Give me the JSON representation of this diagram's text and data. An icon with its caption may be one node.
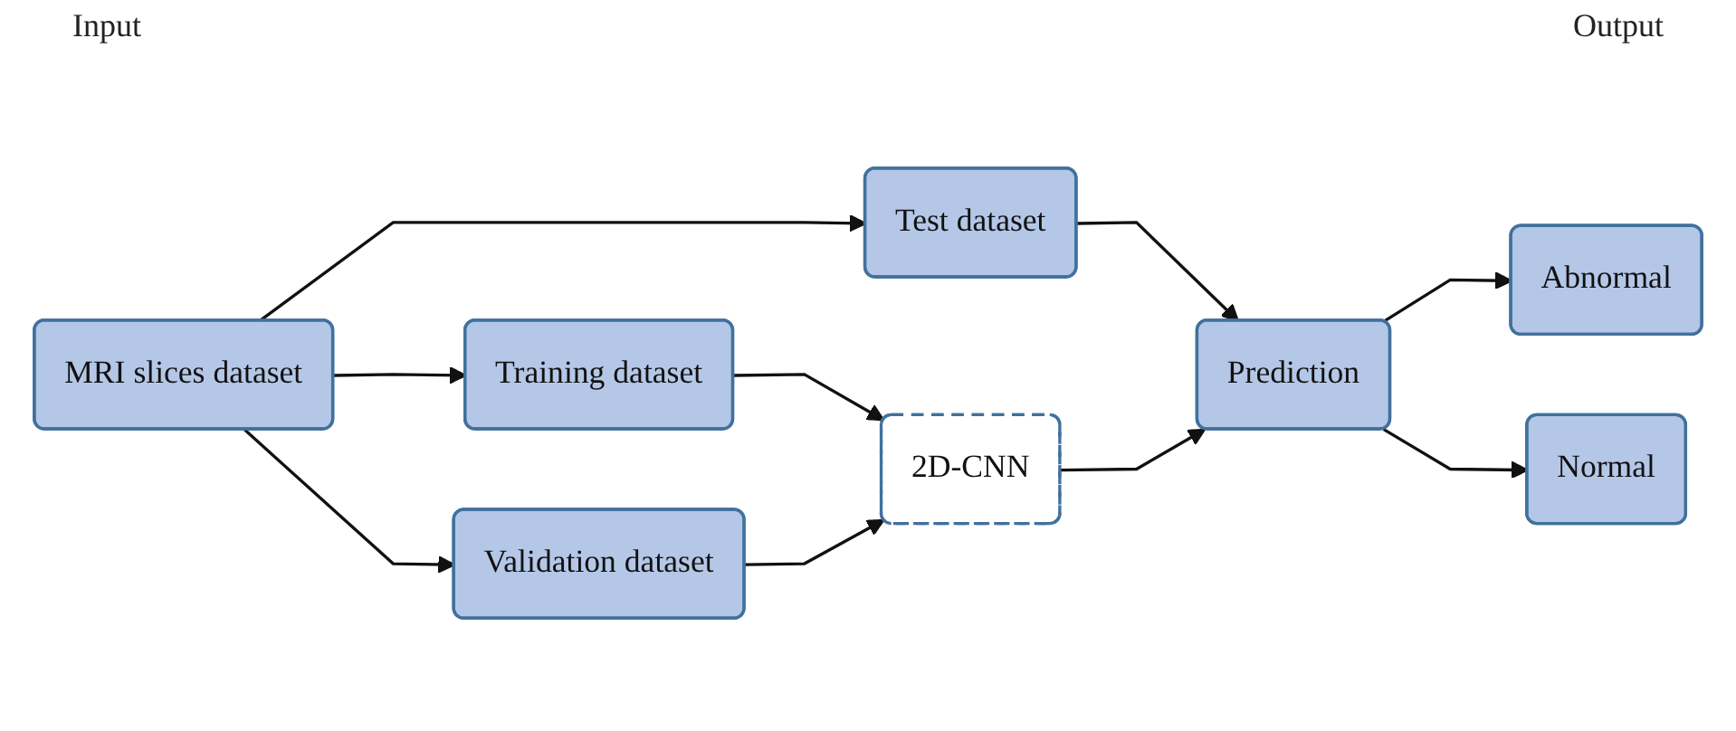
{
  "diagram": {
    "nodes": [
      {
        "text": [
          "MRI slices dataset"
        ]
      },
      {
        "text": [
          "Test dataset"
        ]
      },
      {
        "text": [
          "Training dataset"
        ]
      },
      {
        "text": [
          "Validation dataset"
        ]
      },
      {
        "text": [
          "2D-CNN"
        ]
      },
      {
        "text": [
          "Prediction"
        ]
      },
      {
        "text": [
          "Abnormal"
        ]
      },
      {
        "text": [
          "Normal"
        ]
      }
    ],
    "edges": [
      {
        "from": 0,
        "to": 1,
        "arrow": "to"
      },
      {
        "from": 0,
        "to": 2,
        "arrow": "to"
      },
      {
        "from": 0,
        "to": 3,
        "arrow": "to"
      },
      {
        "from": 1,
        "to": 5,
        "arrow": "to"
      },
      {
        "from": 2,
        "to": 4,
        "arrow": "to"
      },
      {
        "from": 3,
        "to": 4,
        "arrow": "to"
      },
      {
        "from": 4,
        "to": 5,
        "arrow": "to"
      },
      {
        "from": 5,
        "to": 6,
        "arrow": "to"
      },
      {
        "from": 5,
        "to": 7,
        "arrow": "to"
      }
    ],
    "labels": [
      "Input",
      "Output"
    ]
  }
}
